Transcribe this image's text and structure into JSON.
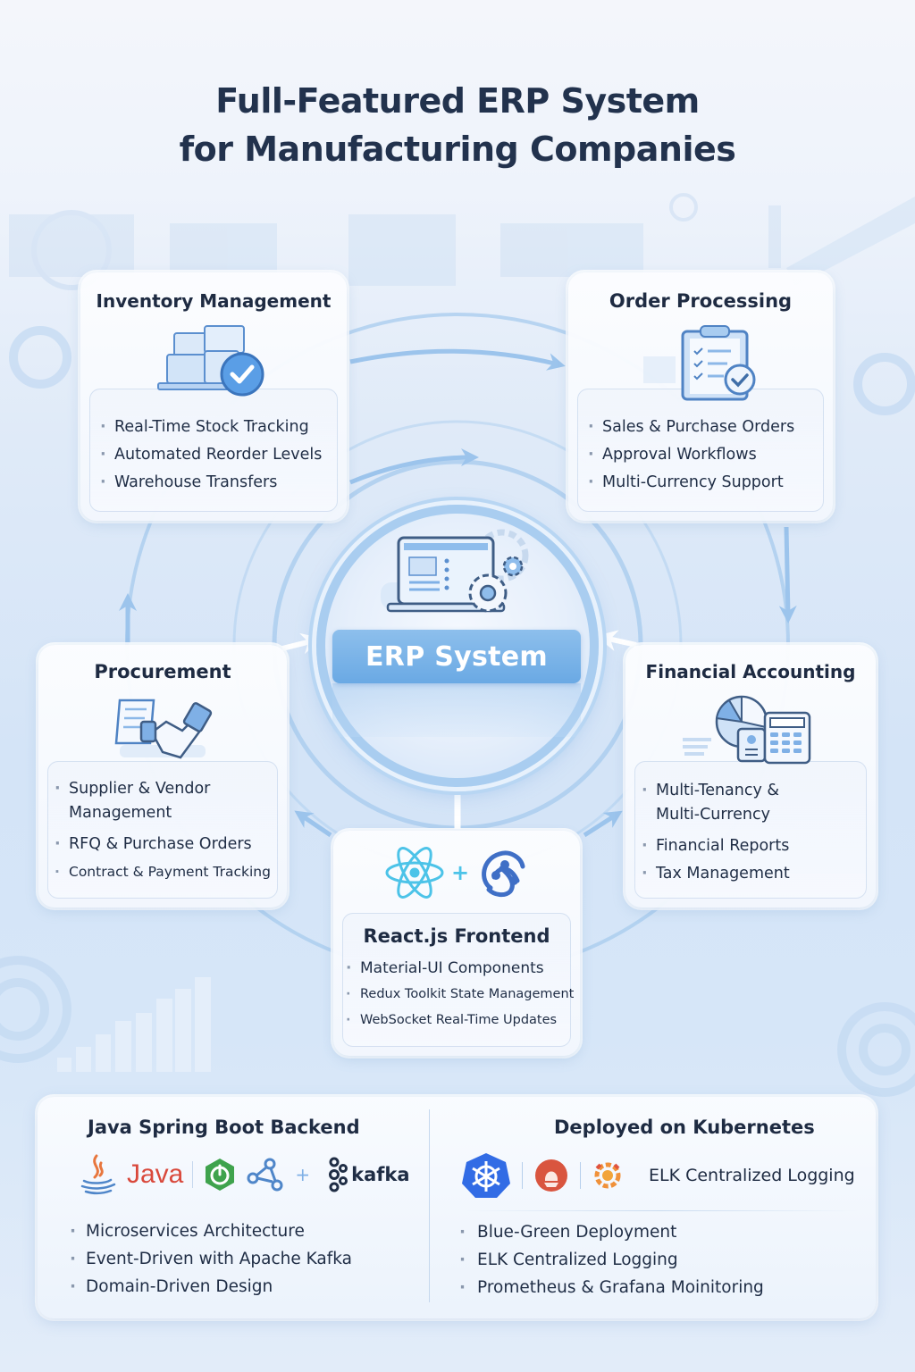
{
  "title": {
    "line1": "Full-Featured ERP System",
    "line2": "for Manufacturing Companies"
  },
  "center": {
    "label": "ERP System",
    "icon": "laptop-gears-icon"
  },
  "modules": {
    "inventory": {
      "title": "Inventory Management",
      "icon": "boxes-checkmark-icon",
      "items": [
        "Real-Time Stock Tracking",
        "Automated Reorder Levels",
        "Warehouse Transfers"
      ]
    },
    "orders": {
      "title": "Order Processing",
      "icon": "clipboard-checklist-icon",
      "items": [
        "Sales & Purchase Orders",
        "Approval Workflows",
        "Multi-Currency Support"
      ]
    },
    "procurement": {
      "title": "Procurement",
      "icon": "handshake-document-icon",
      "items": [
        "Supplier & Vendor Management",
        "RFQ & Purchase Orders",
        "Contract & Payment Tracking"
      ]
    },
    "finance": {
      "title": "Financial Accounting",
      "icon": "pie-chart-calculator-icon",
      "items": [
        "Multi-Tenancy & Multi-Currency",
        "Financial Reports",
        "Tax Management"
      ]
    },
    "frontend": {
      "title": "React.js Frontend",
      "icons": [
        "react-icon",
        "redux-icon"
      ],
      "plus": "+",
      "items": [
        "Material-UI Components",
        "Redux Toolkit State Management",
        "WebSocket Real-Time Updates"
      ]
    }
  },
  "backend": {
    "title": "Java Spring Boot Backend",
    "java_label": "Java",
    "plus": "+",
    "kafka_label": "kafka",
    "icons": [
      "java-icon",
      "spring-boot-icon",
      "microservices-graph-icon",
      "kafka-icon"
    ],
    "items": [
      "Microservices Architecture",
      "Event-Driven with Apache Kafka",
      "Domain-Driven Design"
    ]
  },
  "deployment": {
    "title": "Deployed on Kubernetes",
    "icons": [
      "kubernetes-icon",
      "blue-green-icon",
      "grafana-icon"
    ],
    "inline_label": "ELK Centralized Logging",
    "items": [
      "Blue-Green Deployment",
      "ELK Centralized Logging",
      "Prometheus & Grafana Moinitoring"
    ]
  },
  "colors": {
    "accent": "#6aa9e4",
    "title_text": "#22324d",
    "java_red": "#d9483b",
    "spring_green": "#3fa34d",
    "kubernetes_blue": "#326ce5",
    "react_cyan": "#4cc3e8",
    "redux_blue": "#3f6fc6"
  }
}
